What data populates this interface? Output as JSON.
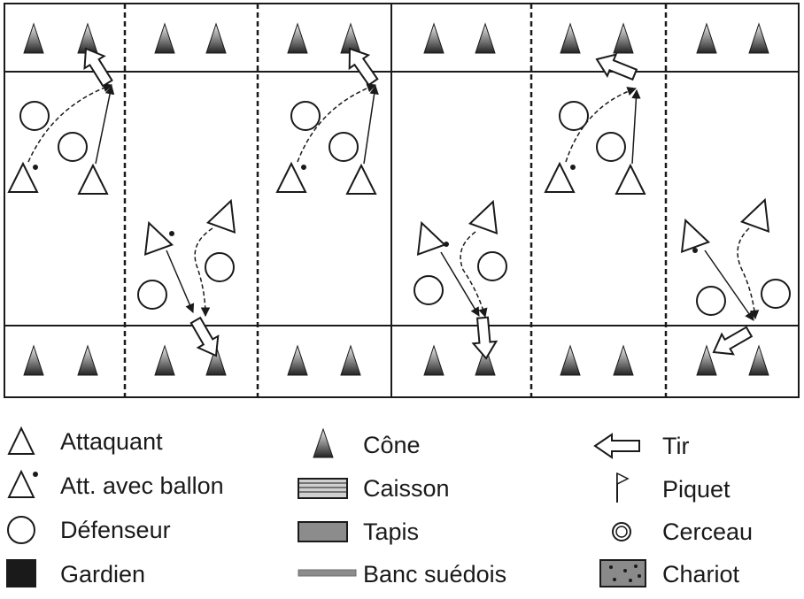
{
  "colors": {
    "stroke": "#1a1a1a",
    "background": "#ffffff",
    "cone_light": "#f0f0f0",
    "cone_dark": "#222222",
    "mat_fill": "#8c8c8c",
    "bench_fill": "#8c8c8c",
    "goalkeeper_fill": "#1a1a1a",
    "chariot_fill": "#8a8a8a"
  },
  "legend": {
    "attaquant": "Attaquant",
    "att_ballon": "Att. avec ballon",
    "defenseur": "Défenseur",
    "gardien": "Gardien",
    "cone": "Cône",
    "caisson": "Caisson",
    "tapis": "Tapis",
    "banc": "Banc suédois",
    "tir": "Tir",
    "piquet": "Piquet",
    "cerceau": "Cerceau",
    "chariot": "Chariot"
  }
}
